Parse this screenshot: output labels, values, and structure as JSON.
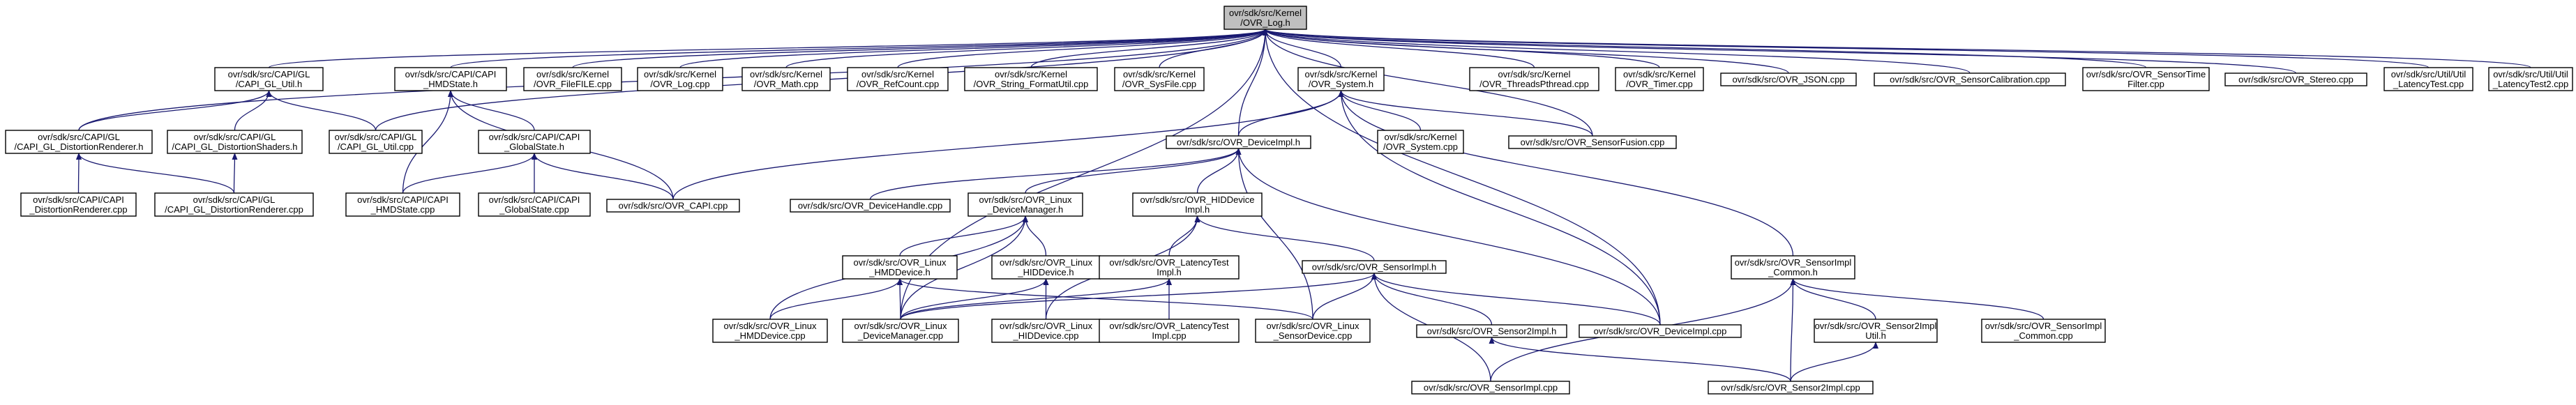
{
  "graph": {
    "title": "",
    "colors": {
      "edge": "#191970",
      "node_fill": "#ffffff",
      "root_fill": "#bfbfbf",
      "border": "#000000"
    },
    "nodes": [
      {
        "id": "root",
        "lines": [
          "ovr/sdk/src/Kernel",
          "/OVR_Log.h"
        ],
        "root": true
      },
      {
        "id": "capi_gl_util_h",
        "lines": [
          "ovr/sdk/src/CAPI/GL",
          "/CAPI_GL_Util.h"
        ]
      },
      {
        "id": "capi_hmdstate_h",
        "lines": [
          "ovr/sdk/src/CAPI/CAPI",
          "_HMDState.h"
        ]
      },
      {
        "id": "ovr_filefile_cpp",
        "lines": [
          "ovr/sdk/src/Kernel",
          "/OVR_FileFILE.cpp"
        ]
      },
      {
        "id": "ovr_log_cpp",
        "lines": [
          "ovr/sdk/src/Kernel",
          "/OVR_Log.cpp"
        ]
      },
      {
        "id": "ovr_math_cpp",
        "lines": [
          "ovr/sdk/src/Kernel",
          "/OVR_Math.cpp"
        ]
      },
      {
        "id": "ovr_refcount_cpp",
        "lines": [
          "ovr/sdk/src/Kernel",
          "/OVR_RefCount.cpp"
        ]
      },
      {
        "id": "ovr_string_formatutil_cpp",
        "lines": [
          "ovr/sdk/src/Kernel",
          "/OVR_String_FormatUtil.cpp"
        ]
      },
      {
        "id": "ovr_sysfile_cpp",
        "lines": [
          "ovr/sdk/src/Kernel",
          "/OVR_SysFile.cpp"
        ]
      },
      {
        "id": "ovr_system_h",
        "lines": [
          "ovr/sdk/src/Kernel",
          "/OVR_System.h"
        ]
      },
      {
        "id": "ovr_threadspthread_cpp",
        "lines": [
          "ovr/sdk/src/Kernel",
          "/OVR_ThreadsPthread.cpp"
        ]
      },
      {
        "id": "ovr_timer_cpp",
        "lines": [
          "ovr/sdk/src/Kernel",
          "/OVR_Timer.cpp"
        ]
      },
      {
        "id": "ovr_json_cpp",
        "lines": [
          "ovr/sdk/src/OVR_JSON.cpp"
        ]
      },
      {
        "id": "ovr_sensorcalibration_cpp",
        "lines": [
          "ovr/sdk/src/OVR_SensorCalibration.cpp"
        ]
      },
      {
        "id": "ovr_sensortimefilter_cpp",
        "lines": [
          "ovr/sdk/src/OVR_SensorTime",
          "Filter.cpp"
        ]
      },
      {
        "id": "ovr_stereo_cpp",
        "lines": [
          "ovr/sdk/src/OVR_Stereo.cpp"
        ]
      },
      {
        "id": "util_latencytest_cpp",
        "lines": [
          "ovr/sdk/src/Util/Util",
          "_LatencyTest.cpp"
        ]
      },
      {
        "id": "util_latencytest2_cpp",
        "lines": [
          "ovr/sdk/src/Util/Util",
          "_LatencyTest2.cpp"
        ]
      },
      {
        "id": "capi_gl_distortionrenderer_h",
        "lines": [
          "ovr/sdk/src/CAPI/GL",
          "/CAPI_GL_DistortionRenderer.h"
        ]
      },
      {
        "id": "capi_gl_distortionshaders_h",
        "lines": [
          "ovr/sdk/src/CAPI/GL",
          "/CAPI_GL_DistortionShaders.h"
        ]
      },
      {
        "id": "capi_gl_util_cpp",
        "lines": [
          "ovr/sdk/src/CAPI/GL",
          "/CAPI_GL_Util.cpp"
        ]
      },
      {
        "id": "capi_globalstate_h",
        "lines": [
          "ovr/sdk/src/CAPI/CAPI",
          "_GlobalState.h"
        ]
      },
      {
        "id": "ovr_deviceimpl_h",
        "lines": [
          "ovr/sdk/src/OVR_DeviceImpl.h"
        ]
      },
      {
        "id": "ovr_system_cpp",
        "lines": [
          "ovr/sdk/src/Kernel",
          "/OVR_System.cpp"
        ]
      },
      {
        "id": "ovr_sensorfusion_cpp",
        "lines": [
          "ovr/sdk/src/OVR_SensorFusion.cpp"
        ]
      },
      {
        "id": "capi_distortionrenderer_cpp",
        "lines": [
          "ovr/sdk/src/CAPI/CAPI",
          "_DistortionRenderer.cpp"
        ]
      },
      {
        "id": "capi_gl_distortionrenderer_cpp",
        "lines": [
          "ovr/sdk/src/CAPI/GL",
          "/CAPI_GL_DistortionRenderer.cpp"
        ]
      },
      {
        "id": "capi_hmdstate_cpp",
        "lines": [
          "ovr/sdk/src/CAPI/CAPI",
          "_HMDState.cpp"
        ]
      },
      {
        "id": "capi_globalstate_cpp",
        "lines": [
          "ovr/sdk/src/CAPI/CAPI",
          "_GlobalState.cpp"
        ]
      },
      {
        "id": "ovr_capi_cpp",
        "lines": [
          "ovr/sdk/src/OVR_CAPI.cpp"
        ]
      },
      {
        "id": "ovr_devicehandle_cpp",
        "lines": [
          "ovr/sdk/src/OVR_DeviceHandle.cpp"
        ]
      },
      {
        "id": "linux_devicemanager_h",
        "lines": [
          "ovr/sdk/src/OVR_Linux",
          "_DeviceManager.h"
        ]
      },
      {
        "id": "hiddevice_impl_h",
        "lines": [
          "ovr/sdk/src/OVR_HIDDevice",
          "Impl.h"
        ]
      },
      {
        "id": "linux_hmddevice_h",
        "lines": [
          "ovr/sdk/src/OVR_Linux",
          "_HMDDevice.h"
        ]
      },
      {
        "id": "linux_hiddevice_h",
        "lines": [
          "ovr/sdk/src/OVR_Linux",
          "_HIDDevice.h"
        ]
      },
      {
        "id": "latencytest_impl_h",
        "lines": [
          "ovr/sdk/src/OVR_LatencyTest",
          "Impl.h"
        ]
      },
      {
        "id": "sensorimpl_h",
        "lines": [
          "ovr/sdk/src/OVR_SensorImpl.h"
        ]
      },
      {
        "id": "sensorimpl_common_h",
        "lines": [
          "ovr/sdk/src/OVR_SensorImpl",
          "_Common.h"
        ]
      },
      {
        "id": "linux_hmddevice_cpp",
        "lines": [
          "ovr/sdk/src/OVR_Linux",
          "_HMDDevice.cpp"
        ]
      },
      {
        "id": "linux_devicemanager_cpp",
        "lines": [
          "ovr/sdk/src/OVR_Linux",
          "_DeviceManager.cpp"
        ]
      },
      {
        "id": "linux_hiddevice_cpp",
        "lines": [
          "ovr/sdk/src/OVR_Linux",
          "_HIDDevice.cpp"
        ]
      },
      {
        "id": "latencytest_impl_cpp",
        "lines": [
          "ovr/sdk/src/OVR_LatencyTest",
          "Impl.cpp"
        ]
      },
      {
        "id": "linux_sensordevice_cpp",
        "lines": [
          "ovr/sdk/src/OVR_Linux",
          "_SensorDevice.cpp"
        ]
      },
      {
        "id": "sensor2impl_h",
        "lines": [
          "ovr/sdk/src/OVR_Sensor2Impl.h"
        ]
      },
      {
        "id": "ovr_deviceimpl_cpp",
        "lines": [
          "ovr/sdk/src/OVR_DeviceImpl.cpp"
        ]
      },
      {
        "id": "sensor2impl_util_h",
        "lines": [
          "ovr/sdk/src/OVR_Sensor2Impl",
          "Util.h"
        ]
      },
      {
        "id": "sensorimpl_common_cpp",
        "lines": [
          "ovr/sdk/src/OVR_SensorImpl",
          "_Common.cpp"
        ]
      },
      {
        "id": "sensorimpl_cpp",
        "lines": [
          "ovr/sdk/src/OVR_SensorImpl.cpp"
        ]
      },
      {
        "id": "sensor2impl_cpp",
        "lines": [
          "ovr/sdk/src/OVR_Sensor2Impl.cpp"
        ]
      }
    ],
    "edges": [
      [
        "capi_gl_util_h",
        "root"
      ],
      [
        "capi_hmdstate_h",
        "root"
      ],
      [
        "ovr_filefile_cpp",
        "root"
      ],
      [
        "ovr_log_cpp",
        "root"
      ],
      [
        "ovr_math_cpp",
        "root"
      ],
      [
        "ovr_refcount_cpp",
        "root"
      ],
      [
        "ovr_string_formatutil_cpp",
        "root"
      ],
      [
        "ovr_sysfile_cpp",
        "root"
      ],
      [
        "ovr_system_h",
        "root"
      ],
      [
        "ovr_threadspthread_cpp",
        "root"
      ],
      [
        "ovr_timer_cpp",
        "root"
      ],
      [
        "ovr_json_cpp",
        "root"
      ],
      [
        "ovr_sensorcalibration_cpp",
        "root"
      ],
      [
        "ovr_sensortimefilter_cpp",
        "root"
      ],
      [
        "ovr_stereo_cpp",
        "root"
      ],
      [
        "util_latencytest_cpp",
        "root"
      ],
      [
        "util_latencytest2_cpp",
        "root"
      ],
      [
        "capi_gl_distortionrenderer_h",
        "root"
      ],
      [
        "capi_gl_util_cpp",
        "root"
      ],
      [
        "ovr_deviceimpl_h",
        "root"
      ],
      [
        "ovr_sensorfusion_cpp",
        "root"
      ],
      [
        "linux_devicemanager_cpp",
        "root"
      ],
      [
        "ovr_deviceimpl_cpp",
        "root"
      ],
      [
        "capi_gl_distortionrenderer_h",
        "capi_gl_util_h"
      ],
      [
        "capi_gl_distortionshaders_h",
        "capi_gl_util_h"
      ],
      [
        "capi_gl_util_cpp",
        "capi_gl_util_h"
      ],
      [
        "capi_globalstate_h",
        "capi_hmdstate_h"
      ],
      [
        "capi_hmdstate_cpp",
        "capi_hmdstate_h"
      ],
      [
        "ovr_capi_cpp",
        "capi_hmdstate_h"
      ],
      [
        "ovr_deviceimpl_h",
        "ovr_system_h"
      ],
      [
        "ovr_system_cpp",
        "ovr_system_h"
      ],
      [
        "ovr_sensorfusion_cpp",
        "ovr_system_h"
      ],
      [
        "ovr_capi_cpp",
        "ovr_system_h"
      ],
      [
        "sensorimpl_common_h",
        "ovr_system_h"
      ],
      [
        "ovr_deviceimpl_cpp",
        "ovr_system_h"
      ],
      [
        "capi_distortionrenderer_cpp",
        "capi_gl_distortionrenderer_h"
      ],
      [
        "capi_gl_distortionrenderer_cpp",
        "capi_gl_distortionrenderer_h"
      ],
      [
        "capi_gl_distortionrenderer_cpp",
        "capi_gl_distortionshaders_h"
      ],
      [
        "capi_hmdstate_cpp",
        "capi_globalstate_h"
      ],
      [
        "capi_globalstate_cpp",
        "capi_globalstate_h"
      ],
      [
        "ovr_capi_cpp",
        "capi_globalstate_h"
      ],
      [
        "ovr_devicehandle_cpp",
        "ovr_deviceimpl_h"
      ],
      [
        "linux_devicemanager_h",
        "ovr_deviceimpl_h"
      ],
      [
        "hiddevice_impl_h",
        "ovr_deviceimpl_h"
      ],
      [
        "ovr_deviceimpl_cpp",
        "ovr_deviceimpl_h"
      ],
      [
        "linux_sensordevice_cpp",
        "ovr_deviceimpl_h"
      ],
      [
        "linux_hmddevice_h",
        "linux_devicemanager_h"
      ],
      [
        "linux_hiddevice_h",
        "linux_devicemanager_h"
      ],
      [
        "linux_hmddevice_cpp",
        "linux_devicemanager_h"
      ],
      [
        "linux_devicemanager_cpp",
        "linux_devicemanager_h"
      ],
      [
        "latencytest_impl_h",
        "hiddevice_impl_h"
      ],
      [
        "sensorimpl_h",
        "hiddevice_impl_h"
      ],
      [
        "linux_hiddevice_cpp",
        "hiddevice_impl_h"
      ],
      [
        "linux_hmddevice_cpp",
        "linux_hmddevice_h"
      ],
      [
        "linux_devicemanager_cpp",
        "linux_hmddevice_h"
      ],
      [
        "linux_sensordevice_cpp",
        "linux_hmddevice_h"
      ],
      [
        "linux_devicemanager_cpp",
        "linux_hiddevice_h"
      ],
      [
        "linux_hiddevice_cpp",
        "linux_hiddevice_h"
      ],
      [
        "linux_devicemanager_cpp",
        "latencytest_impl_h"
      ],
      [
        "latencytest_impl_cpp",
        "latencytest_impl_h"
      ],
      [
        "linux_devicemanager_cpp",
        "sensorimpl_h"
      ],
      [
        "linux_sensordevice_cpp",
        "sensorimpl_h"
      ],
      [
        "sensor2impl_h",
        "sensorimpl_h"
      ],
      [
        "ovr_deviceimpl_cpp",
        "sensorimpl_h"
      ],
      [
        "sensorimpl_cpp",
        "sensorimpl_h"
      ],
      [
        "sensor2impl_util_h",
        "sensorimpl_common_h"
      ],
      [
        "sensorimpl_common_cpp",
        "sensorimpl_common_h"
      ],
      [
        "sensorimpl_cpp",
        "sensorimpl_common_h"
      ],
      [
        "sensor2impl_cpp",
        "sensorimpl_common_h"
      ],
      [
        "sensor2impl_cpp",
        "sensor2impl_h"
      ],
      [
        "sensor2impl_cpp",
        "sensor2impl_util_h"
      ]
    ]
  }
}
